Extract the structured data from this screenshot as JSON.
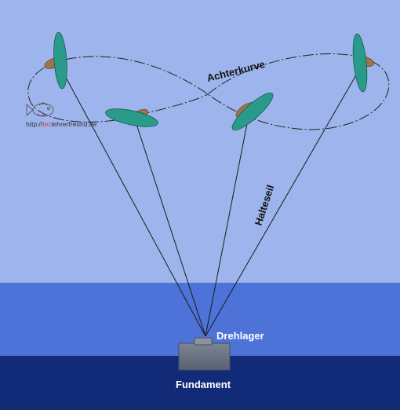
{
  "labels": {
    "curve": "Achterkurve",
    "tether": "Halteseil",
    "bearing": "Drehlager",
    "foundation": "Fundament"
  },
  "watermark": {
    "prefix": "http://",
    "highlight": "tec",
    "suffix": "lehrerfreund.de"
  },
  "colors": {
    "sky": "#9db5ec",
    "upper_water": "#4d72d8",
    "deep_water": "#122b78",
    "blade": "#2a9b8a",
    "nacelle": "#a0734a",
    "foundation": "#6b7381",
    "tether_line": "#1a1a1a",
    "label_light": "#ffffff",
    "label_dark": "#111111"
  },
  "icons": {
    "watermark": "fish-icon"
  }
}
